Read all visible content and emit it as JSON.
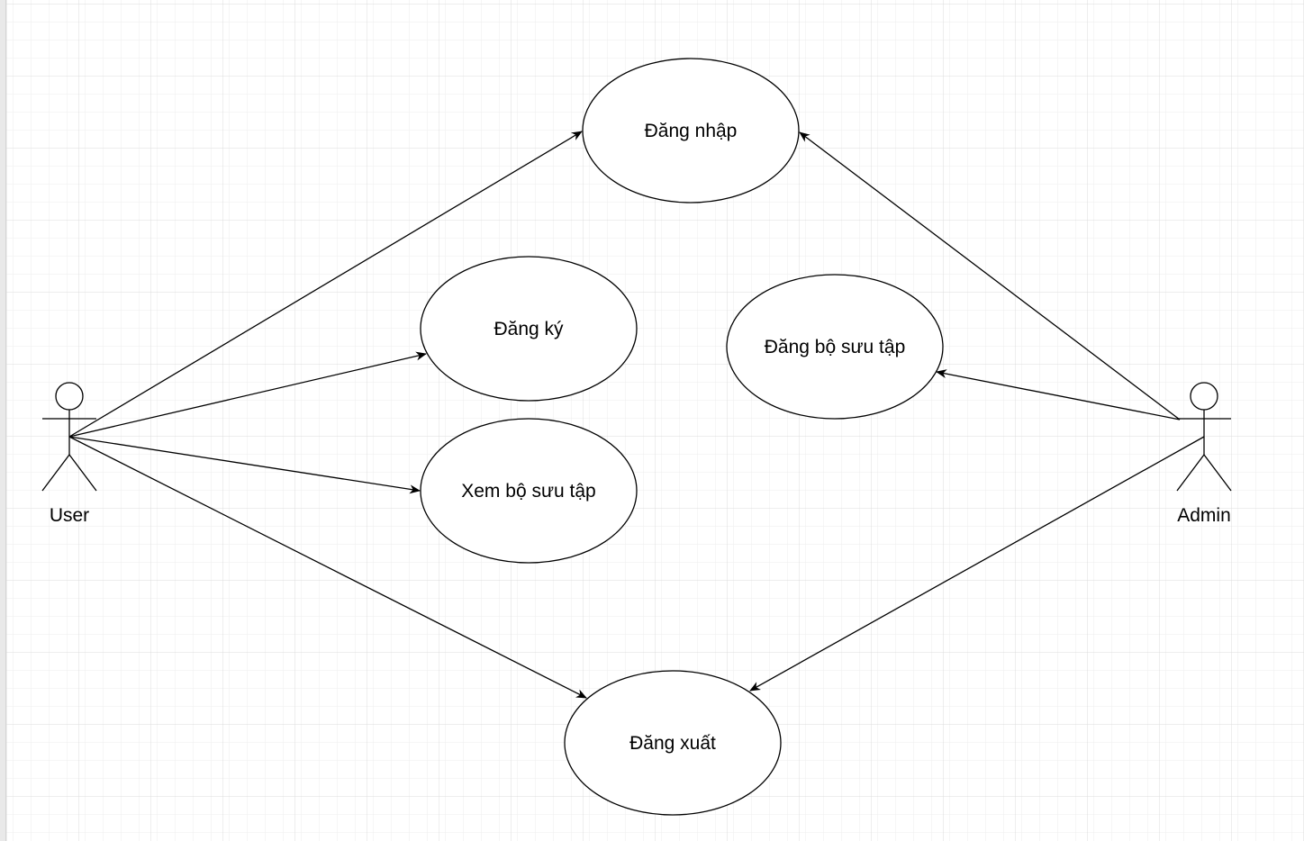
{
  "actors": [
    {
      "id": "user",
      "label": "User"
    },
    {
      "id": "admin",
      "label": "Admin"
    }
  ],
  "use_cases": [
    {
      "id": "dang-nhap",
      "label": "Đăng nhập"
    },
    {
      "id": "dang-ky",
      "label": "Đăng ký"
    },
    {
      "id": "xem-bo-suu-tap",
      "label": "Xem bộ sưu tập"
    },
    {
      "id": "dang-bo-suu-tap",
      "label": "Đăng bộ sưu tập"
    },
    {
      "id": "dang-xuat",
      "label": "Đăng xuất"
    }
  ],
  "associations": [
    {
      "from": "user",
      "to": "dang-nhap"
    },
    {
      "from": "user",
      "to": "dang-ky"
    },
    {
      "from": "user",
      "to": "xem-bo-suu-tap"
    },
    {
      "from": "user",
      "to": "dang-xuat"
    },
    {
      "from": "admin",
      "to": "dang-nhap"
    },
    {
      "from": "admin",
      "to": "dang-bo-suu-tap"
    },
    {
      "from": "admin",
      "to": "dang-xuat"
    }
  ],
  "colors": {
    "stroke": "#000000",
    "fill": "#ffffff",
    "grid_minor": "#ededed",
    "grid_major": "#dcdcdc"
  }
}
